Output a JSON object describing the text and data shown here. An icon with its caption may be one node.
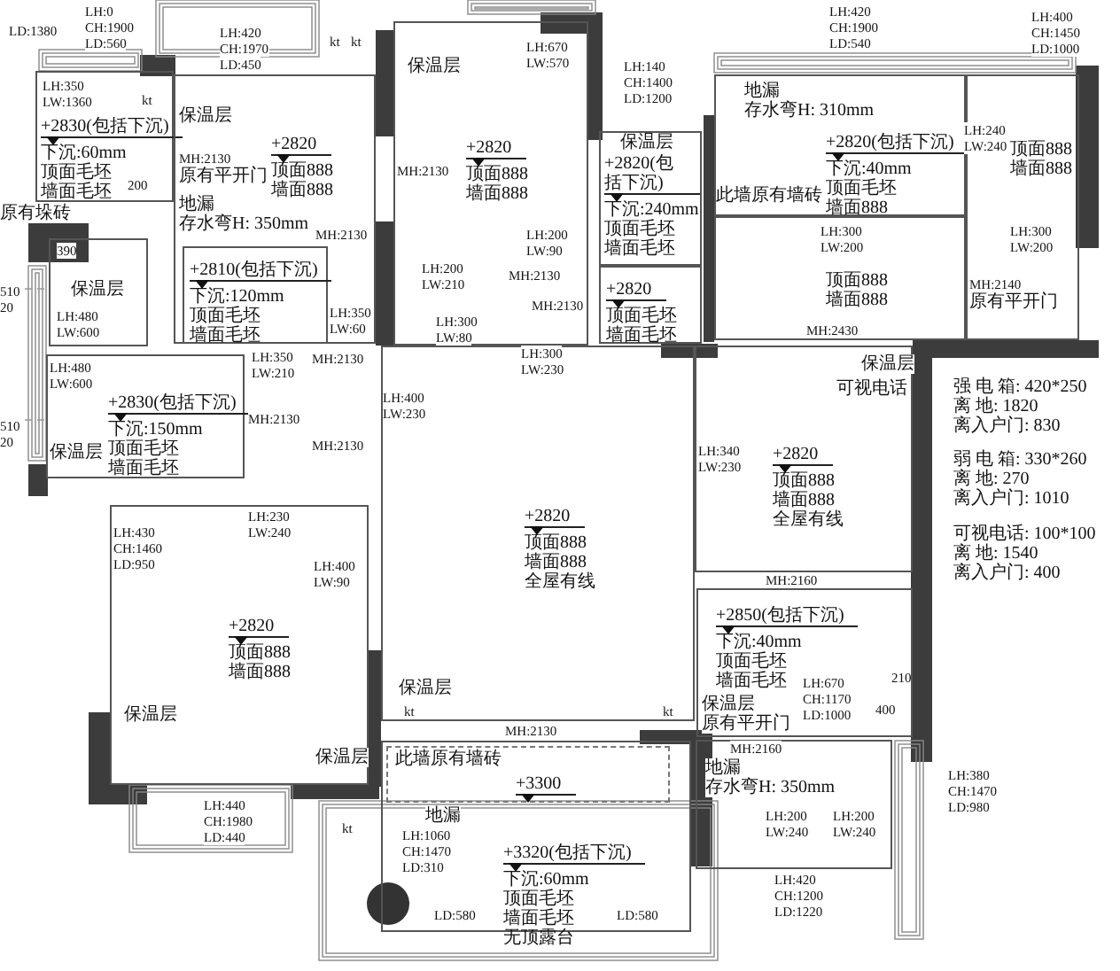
{
  "diagram": {
    "nodes": [
      {
        "text": [
          "+2830(包括下沉)",
          "下沉:60mm顶面毛坯墙面毛坯"
        ]
      },
      {
        "text": [
          "+2820",
          "顶面888墙面888"
        ]
      },
      {
        "text": [
          "+2810(包括下沉)",
          "下沉:120mm顶面毛坯墙面毛坯"
        ],
        "in": 1
      },
      {
        "text": [
          "+2830(包括下沉)",
          "下沉:150mm顶面毛坯墙面毛坯"
        ]
      },
      {
        "text": [
          "+2820",
          "顶面888墙面888"
        ]
      },
      {
        "text": [
          "+2820(包括下沉)",
          "下沉:240mm顶面毛坯墙面毛坯"
        ]
      },
      {
        "text": [
          "+2820",
          "顶面毛坯墙面毛坯"
        ]
      },
      {
        "text": [
          "+2820(包括下沉)",
          "下沉:40mm顶面毛坯墙面888"
        ]
      },
      {
        "text": [
          "顶面888墙面888"
        ]
      },
      {
        "text": [
          "顶面888墙面888"
        ]
      },
      {
        "text": [
          "+2820",
          "顶面888墙面888全屋有线"
        ]
      },
      {
        "text": [
          "+2820",
          "顶面888墙面888全屋有线"
        ]
      },
      {
        "text": [
          "+2820",
          "顶面888墙面888"
        ]
      },
      {
        "text": [
          "+2850(包括下沉)",
          "下沉:40mm顶面毛坯墙面毛坯"
        ]
      },
      {
        "text": [
          "+3320(包括下沉)",
          "下沉:60mm顶面毛坯墙面毛坯无顶露台"
        ]
      },
      {
        "text": [
          "+3300"
        ],
        "in": 14
      }
    ],
    "labels": [
      "LD:1380",
      "LH:0",
      "CH:1900",
      "LD:560",
      "LH:420",
      "CH:1970",
      "LD:450",
      "kt",
      "kt",
      "LH:670",
      "LW:570",
      "LH:140",
      "CH:1400",
      "LD:1200",
      "LH:420",
      "CH:1900",
      "LD:540",
      "LH:400",
      "CH:1450",
      "LD:1000",
      "LH:350",
      "LW:1360",
      "kt",
      "保温层",
      "保温层",
      "地漏",
      "存水弯H: 310mm",
      "LH:240",
      "LW:240",
      "MH:2130",
      "原有平开门",
      "MH:2130",
      "保温层",
      "此墙原有墙砖",
      "原有垛砖",
      "200",
      "地漏",
      "存水弯H: 350mm",
      "MH:2130",
      "LH:300",
      "LW:200",
      "LH:300",
      "LW:200",
      "390",
      "MH:2140",
      "原有平开门",
      "保温层",
      "LH:480",
      "LW:600",
      "510",
      "20",
      "LH:350",
      "LW:60",
      "LH:200",
      "LW:90",
      "LH:200",
      "LW:210",
      "MH:2130",
      "LH:300",
      "LW:80",
      "MH:2130",
      "MH:2430",
      "LH:350",
      "LW:210",
      "MH:2130",
      "LH:300",
      "LW:230",
      "保温层",
      "LH:480",
      "LW:600",
      "强 电 箱: 420*250",
      "离 地: 1820",
      "离入户门: 830",
      "可视电话",
      "LH:400",
      "LW:230",
      "MH:2130",
      "MH:2130",
      "保温层",
      "510",
      "20",
      "LH:340",
      "LW:230",
      "弱 电 箱: 330*260",
      "离 地: 270",
      "离入户门: 1010",
      "可视电话: 100*100",
      "离 地: 1540",
      "离入户门: 400",
      "LH:230",
      "LW:240",
      "LH:430",
      "CH:1460",
      "LD:950",
      "LH:400",
      "LW:90",
      "MH:2160",
      "LH:670",
      "CH:1170",
      "LD:1000",
      "210",
      "保温层",
      "原有平开门",
      "400",
      "保温层",
      "保温层",
      "kt",
      "kt",
      "MH:2130",
      "MH:2160",
      "保温层",
      "此墙原有墙砖",
      "地漏",
      "存水弯H: 350mm",
      "LH:380",
      "CH:1470",
      "LD:980",
      "LH:440",
      "CH:1980",
      "LD:440",
      "地漏",
      "LH:200",
      "LW:240",
      "LH:200",
      "LW:240",
      "kt",
      "LH:1060",
      "CH:1470",
      "LD:310",
      "LH:420",
      "CH:1200",
      "LD:1220",
      "LD:580",
      "LD:580"
    ]
  }
}
